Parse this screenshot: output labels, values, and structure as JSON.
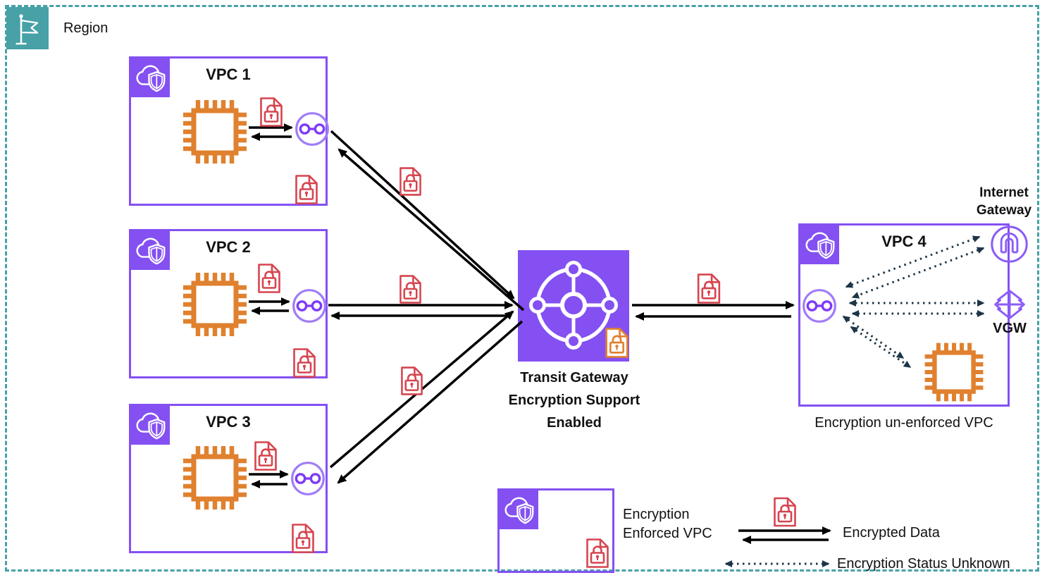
{
  "region": {
    "label": "Region"
  },
  "vpcs": [
    {
      "title": "VPC 1"
    },
    {
      "title": "VPC 2"
    },
    {
      "title": "VPC 3"
    },
    {
      "title": "VPC 4"
    }
  ],
  "vpc4": {
    "caption": "Encryption un-enforced VPC",
    "internet_gateway_label": "Internet Gateway",
    "vgw_label": "VGW"
  },
  "transit_gateway": {
    "lines": [
      "Transit Gateway",
      "Encryption Support",
      "Enabled"
    ]
  },
  "legend": {
    "enforced_vpc_label": "Encryption Enforced VPC",
    "encrypted_data_label": "Encrypted Data",
    "status_unknown_label": "Encryption Status Unknown"
  },
  "icons": {
    "region": "flag-icon",
    "vpc_badge": "cloud-shield-icon",
    "compute": "instance-chip-icon",
    "attachment": "vpc-attachment-icon",
    "transit_gateway": "transit-gateway-icon",
    "internet_gateway": "internet-gateway-icon",
    "vpn_gateway": "vgw-icon",
    "encrypted_document": "encrypted-doc-lock-icon"
  },
  "colors": {
    "region_teal": "#47A1A6",
    "vpc_purple": "#8450F2",
    "attachment_purple": "#A07CF8",
    "compute_orange": "#E0812F",
    "lock_red": "#D6454F",
    "tgw_lock_orange": "#E0812F",
    "arrow_black": "#000000",
    "dotted_navy": "#1E3546"
  }
}
